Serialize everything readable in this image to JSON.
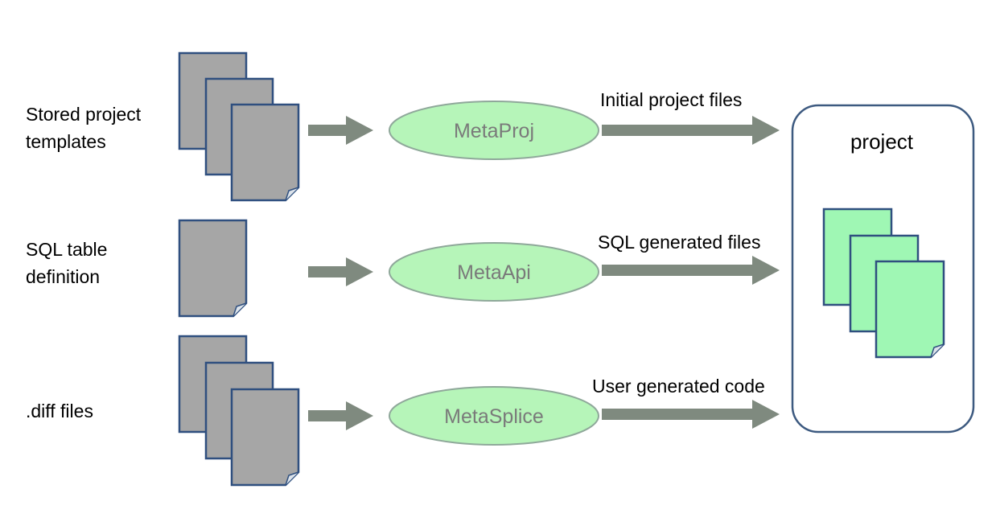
{
  "inputs": [
    {
      "label_lines": [
        "Stored project",
        "templates"
      ],
      "doc_count": 3
    },
    {
      "label_lines": [
        "SQL table",
        "definition"
      ],
      "doc_count": 1
    },
    {
      "label_lines": [
        ".diff files"
      ],
      "doc_count": 3
    }
  ],
  "processors": [
    {
      "label": "MetaProj"
    },
    {
      "label": "MetaApi"
    },
    {
      "label": "MetaSplice"
    }
  ],
  "outputs": [
    {
      "label": "Initial project files"
    },
    {
      "label": "SQL generated files"
    },
    {
      "label": "User generated code"
    }
  ],
  "project": {
    "title": "project",
    "doc_count": 3
  },
  "colors": {
    "input_doc_fill": "#a6a6a6",
    "input_doc_stroke": "#2f4f7f",
    "project_doc_fill": "#9ff7b4",
    "ellipse_fill": "#b6f5b9",
    "ellipse_stroke": "#8fa89a",
    "ellipse_text": "#7a7a7a",
    "arrow": "#7f8a7f",
    "project_box_stroke": "#3d5a80",
    "text": "#000000"
  }
}
